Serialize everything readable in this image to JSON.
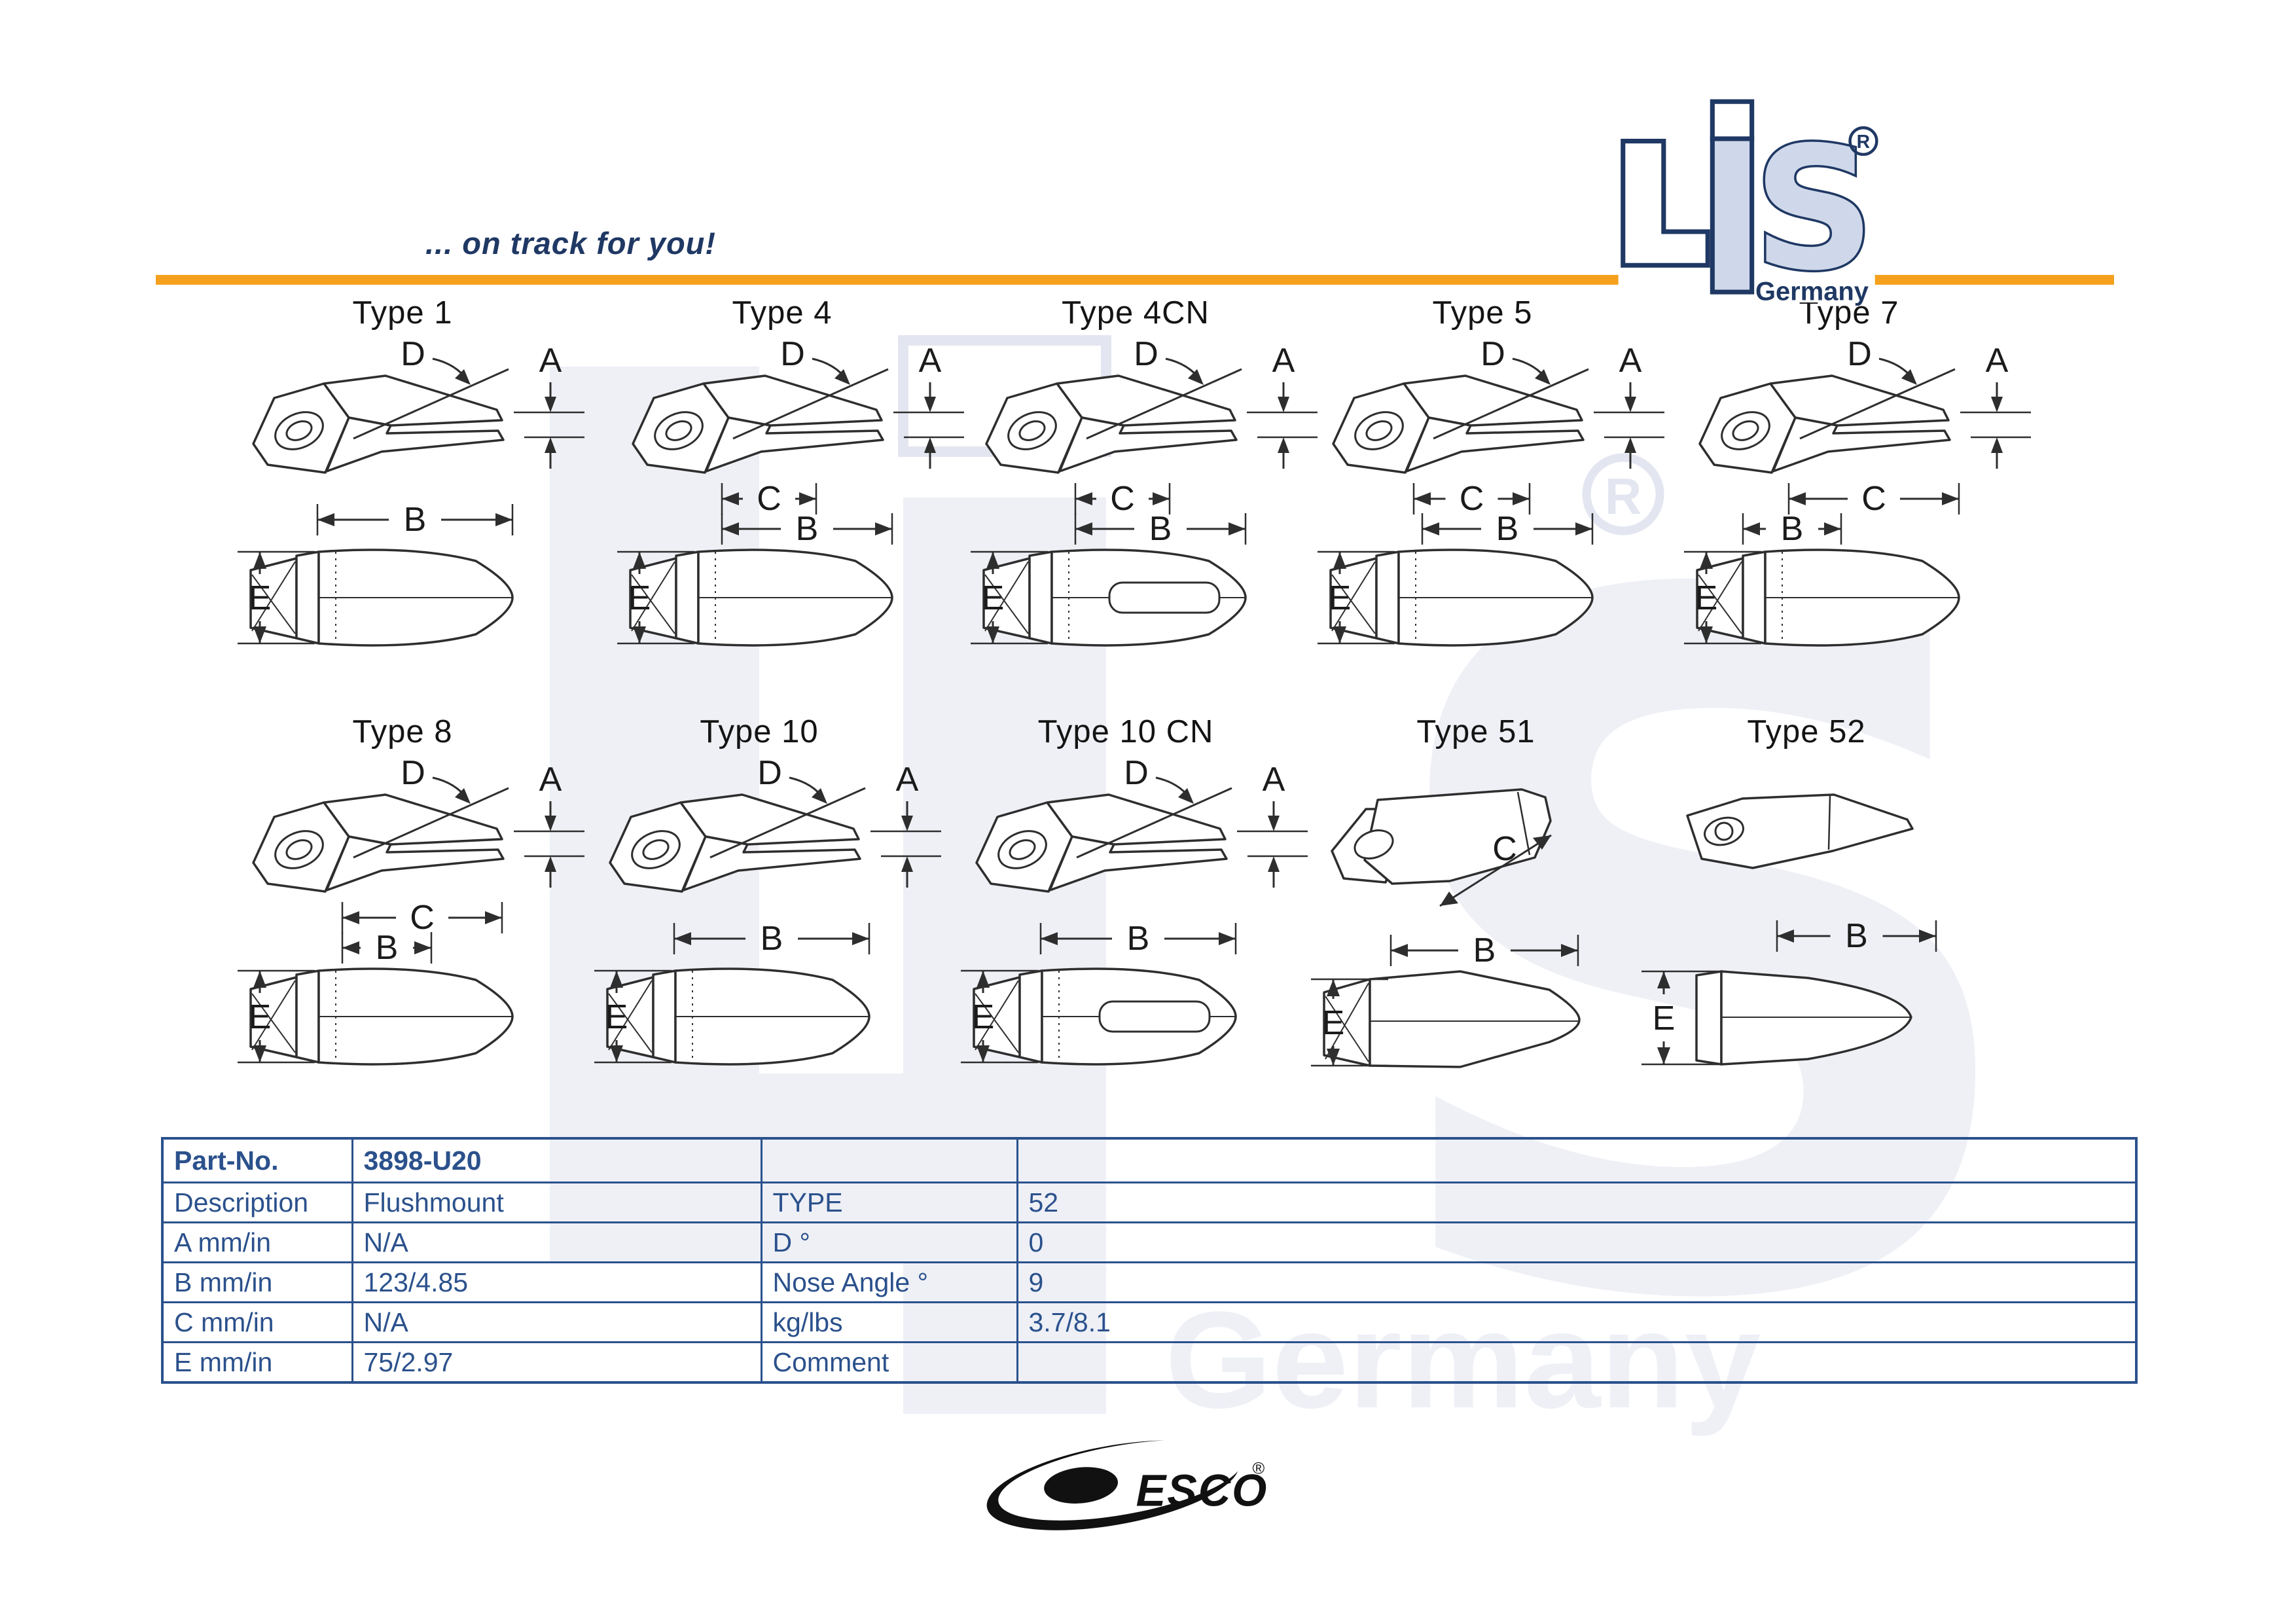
{
  "page": {
    "tagline": "... on track for you!"
  },
  "brand": {
    "letter_l": "L",
    "letter_i": "i",
    "letter_s": "S",
    "registered": "®",
    "country": "Germany"
  },
  "types": [
    {
      "label": "Type 1",
      "dims": [
        "D",
        "A",
        "B",
        "E"
      ]
    },
    {
      "label": "Type 4",
      "dims": [
        "D",
        "A",
        "C",
        "B",
        "E"
      ]
    },
    {
      "label": "Type 4CN",
      "dims": [
        "D",
        "A",
        "C",
        "B",
        "E"
      ]
    },
    {
      "label": "Type 5",
      "dims": [
        "D",
        "A",
        "C",
        "B",
        "E"
      ]
    },
    {
      "label": "Type 7",
      "dims": [
        "D",
        "A",
        "C",
        "B",
        "E"
      ]
    },
    {
      "label": "Type 8",
      "dims": [
        "D",
        "A",
        "C",
        "B",
        "E"
      ]
    },
    {
      "label": "Type 10",
      "dims": [
        "D",
        "A",
        "B",
        "E"
      ]
    },
    {
      "label": "Type 10 CN",
      "dims": [
        "D",
        "A",
        "B",
        "E"
      ]
    },
    {
      "label": "Type 51",
      "dims": [
        "C",
        "B",
        "E"
      ]
    },
    {
      "label": "Type 52",
      "dims": [
        "B",
        "E"
      ]
    }
  ],
  "table": {
    "rows": [
      [
        "Part-No.",
        "3898-U20",
        "",
        ""
      ],
      [
        "Description",
        "Flushmount",
        "TYPE",
        "52"
      ],
      [
        "A mm/in",
        "N/A",
        "D °",
        "0"
      ],
      [
        "B mm/in",
        "123/4.85",
        "Nose Angle °",
        "9"
      ],
      [
        "C mm/in",
        "N/A",
        "kg/lbs",
        "3.7/8.1"
      ],
      [
        "E mm/in",
        "75/2.97",
        "Comment",
        ""
      ]
    ]
  },
  "esco": {
    "name": "ESCO",
    "registered": "®"
  },
  "colors": {
    "accent_orange": "#F5A11E",
    "brand_navy": "#1F3864",
    "logo_fill": "#CFD8EA",
    "table_blue": "#2B518C",
    "drawing_ink": "#2E2E2E",
    "watermark_gray": "#EEF0F6",
    "watermark_edge": "#E3E6F0"
  }
}
